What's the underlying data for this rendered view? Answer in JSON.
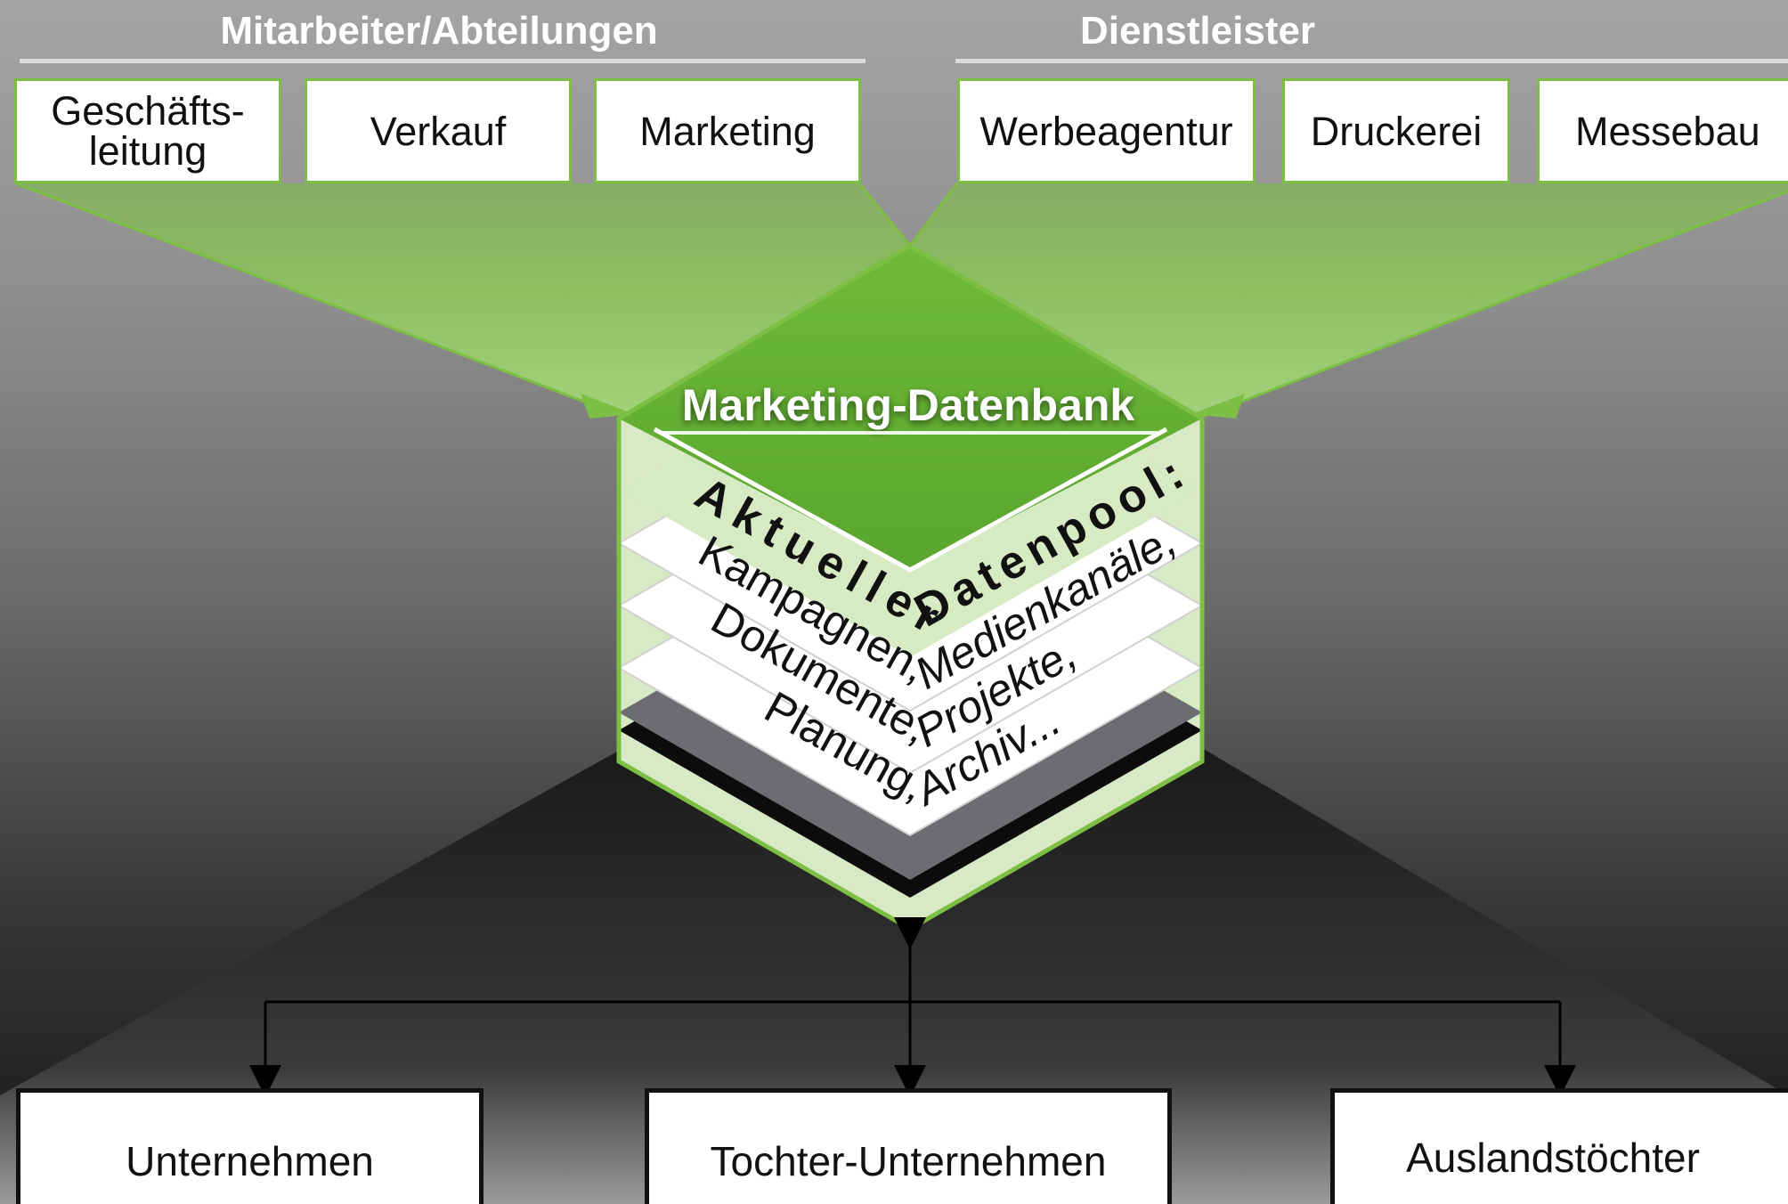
{
  "groups": {
    "internal": {
      "title": "Mitarbeiter/Abteilungen",
      "boxes": [
        "Geschäfts-\nleitung",
        "Verkauf",
        "Marketing"
      ]
    },
    "providers": {
      "title": "Dienstleister",
      "boxes": [
        "Werbeagentur",
        "Druckerei",
        "Messebau"
      ]
    }
  },
  "database": {
    "title": "Marketing-Datenbank",
    "layers": {
      "pool_left": "Aktueller",
      "pool_right": "Datenpool:",
      "row1_left": "Kampagnen,",
      "row1_right": "Medienkanäle,",
      "row2_left": "Dokumente,",
      "row2_right": "Projekte,",
      "row3_left": "Planung,",
      "row3_right": "Archiv..."
    }
  },
  "outputs": [
    "Unternehmen",
    "Tochter-Unternehmen",
    "Auslandstöchter"
  ],
  "colors": {
    "accent_green": "#7dbf44",
    "dark_green": "#5aa62e",
    "light_green": "#cfe6b6",
    "box_border_green": "#7dbf44"
  }
}
